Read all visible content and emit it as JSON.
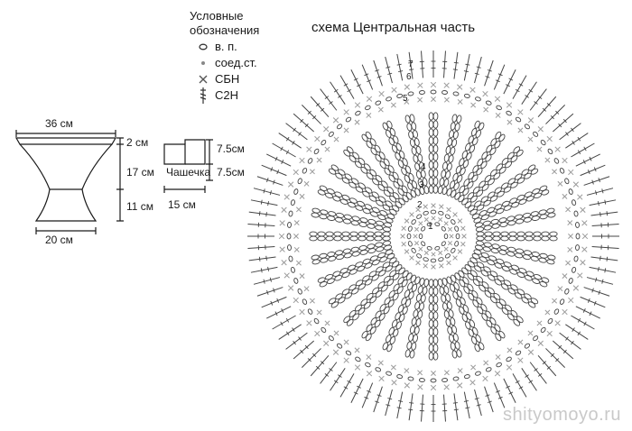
{
  "legend": {
    "title_line1": "Условные",
    "title_line2": "обозначения",
    "items": [
      {
        "symbol": "chain-stitch-icon",
        "label": "в. п."
      },
      {
        "symbol": "slip-stitch-icon",
        "label": "соед.ст."
      },
      {
        "symbol": "single-crochet-icon",
        "label": "СБН"
      },
      {
        "symbol": "double-crochet-2-icon",
        "label": "С2Н"
      }
    ]
  },
  "scheme": {
    "title": "схема Центральная часть",
    "row_numbers": [
      "1",
      "2",
      "3",
      "4",
      "5",
      "6",
      "7"
    ]
  },
  "vase": {
    "top_width": "36 см",
    "top_height": "2 см",
    "middle_height": "17 см",
    "bottom_height": "11 см",
    "bottom_width": "20 см"
  },
  "cup": {
    "label": "Чашечка",
    "upper_height": "7.5см",
    "lower_height": "7.5см",
    "width": "15 см"
  },
  "watermark": "shityomoyo.ru",
  "colors": {
    "ink": "#1a1a1a",
    "stitch_dark": "#444444",
    "stitch_light": "#9a9a9a"
  }
}
